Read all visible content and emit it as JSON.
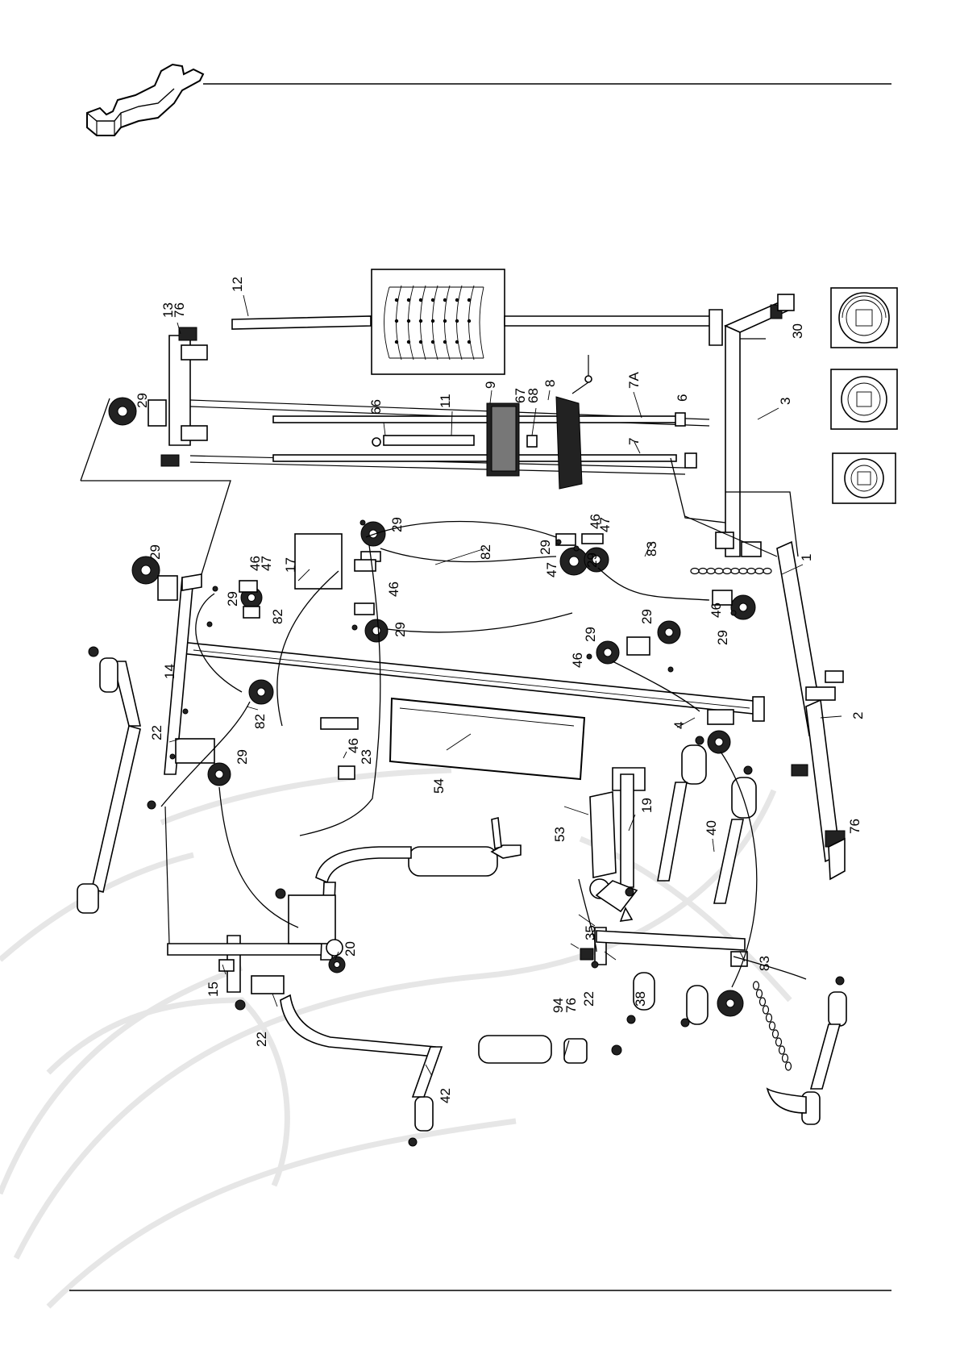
{
  "diagram": {
    "part_numbers": [
      {
        "id": "p12",
        "text": "12"
      },
      {
        "id": "p13",
        "text": "13"
      },
      {
        "id": "p76a",
        "text": "76"
      },
      {
        "id": "p29a",
        "text": "29"
      },
      {
        "id": "p66",
        "text": "66"
      },
      {
        "id": "p11",
        "text": "11"
      },
      {
        "id": "p9",
        "text": "9"
      },
      {
        "id": "p67",
        "text": "67"
      },
      {
        "id": "p68",
        "text": "68"
      },
      {
        "id": "p8",
        "text": "8"
      },
      {
        "id": "p7a",
        "text": "7A"
      },
      {
        "id": "p6",
        "text": "6"
      },
      {
        "id": "p7",
        "text": "7"
      },
      {
        "id": "p30",
        "text": "30"
      },
      {
        "id": "p3",
        "text": "3"
      },
      {
        "id": "p29b",
        "text": "29"
      },
      {
        "id": "p82a",
        "text": "82"
      },
      {
        "id": "p29c",
        "text": "29"
      },
      {
        "id": "p46a",
        "text": "46"
      },
      {
        "id": "p47a",
        "text": "47"
      },
      {
        "id": "p83a",
        "text": "83"
      },
      {
        "id": "p1",
        "text": "1"
      },
      {
        "id": "p29d",
        "text": "29"
      },
      {
        "id": "p46b",
        "text": "46"
      },
      {
        "id": "p47b",
        "text": "47"
      },
      {
        "id": "p17",
        "text": "17"
      },
      {
        "id": "p29e",
        "text": "29"
      },
      {
        "id": "p82b",
        "text": "82"
      },
      {
        "id": "p46c",
        "text": "46"
      },
      {
        "id": "p29f",
        "text": "29"
      },
      {
        "id": "p47c",
        "text": "47"
      },
      {
        "id": "p29g",
        "text": "29"
      },
      {
        "id": "p46d",
        "text": "46"
      },
      {
        "id": "p29h",
        "text": "29"
      },
      {
        "id": "p29i",
        "text": "29"
      },
      {
        "id": "p46e",
        "text": "46"
      },
      {
        "id": "p29j",
        "text": "29"
      },
      {
        "id": "p14",
        "text": "14"
      },
      {
        "id": "p82c",
        "text": "82"
      },
      {
        "id": "p22a",
        "text": "22"
      },
      {
        "id": "p29k",
        "text": "29"
      },
      {
        "id": "p46f",
        "text": "46"
      },
      {
        "id": "p23",
        "text": "23"
      },
      {
        "id": "p54",
        "text": "54"
      },
      {
        "id": "p2",
        "text": "2"
      },
      {
        "id": "p4",
        "text": "4"
      },
      {
        "id": "p76b",
        "text": "76"
      },
      {
        "id": "p19",
        "text": "19"
      },
      {
        "id": "p40",
        "text": "40"
      },
      {
        "id": "p53",
        "text": "53"
      },
      {
        "id": "p35",
        "text": "35"
      },
      {
        "id": "p20",
        "text": "20"
      },
      {
        "id": "p15",
        "text": "15"
      },
      {
        "id": "p22b",
        "text": "22"
      },
      {
        "id": "p94",
        "text": "94"
      },
      {
        "id": "p76c",
        "text": "76"
      },
      {
        "id": "p22c",
        "text": "22"
      },
      {
        "id": "p38",
        "text": "38"
      },
      {
        "id": "p83b",
        "text": "83"
      },
      {
        "id": "p42",
        "text": "42"
      }
    ]
  }
}
